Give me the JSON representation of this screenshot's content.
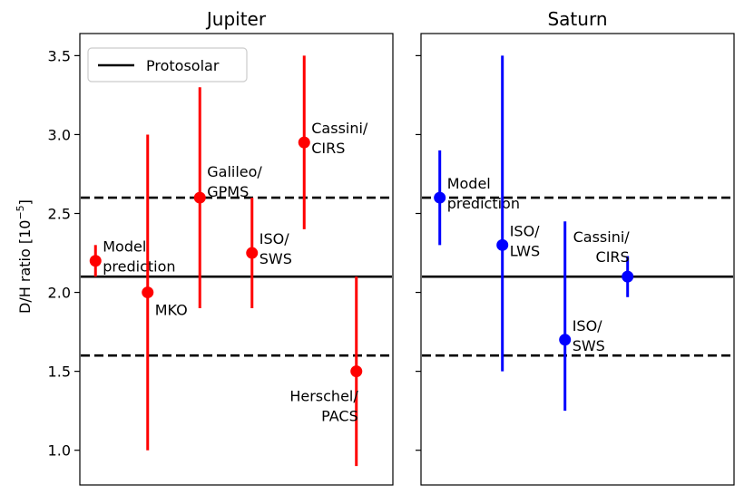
{
  "chart_data": [
    {
      "type": "scatter",
      "title": "Jupiter",
      "ylabel": "D/H ratio [10",
      "ylabel_exp": "−5",
      "ylabel_close": "]",
      "ylim": [
        0.78,
        3.64
      ],
      "xlim": [
        0,
        6
      ],
      "yticks": [
        1.0,
        1.5,
        2.0,
        2.5,
        3.0,
        3.5
      ],
      "ytick_labels": [
        "1.0",
        "1.5",
        "2.0",
        "2.5",
        "3.0",
        "3.5"
      ],
      "color": "#ff0000",
      "points": [
        {
          "x": 0.3,
          "y": 2.2,
          "low": 2.1,
          "high": 2.3,
          "label_lines": [
            "Model",
            "prediction"
          ],
          "label_pos": "right"
        },
        {
          "x": 1.3,
          "y": 2.0,
          "low": 1.0,
          "high": 3.0,
          "label_lines": [
            "MKO"
          ],
          "label_pos": "below-right"
        },
        {
          "x": 2.3,
          "y": 2.6,
          "low": 1.9,
          "high": 3.3,
          "label_lines": [
            "Galileo/",
            "GPMS"
          ],
          "label_pos": "above-right"
        },
        {
          "x": 3.3,
          "y": 2.25,
          "low": 1.9,
          "high": 2.6,
          "label_lines": [
            "ISO/",
            "SWS"
          ],
          "label_pos": "right"
        },
        {
          "x": 4.3,
          "y": 2.95,
          "low": 2.4,
          "high": 3.5,
          "label_lines": [
            "Cassini/",
            "CIRS"
          ],
          "label_pos": "right"
        },
        {
          "x": 5.3,
          "y": 1.5,
          "low": 0.9,
          "high": 2.1,
          "label_lines": [
            "Herschel/",
            "PACS"
          ],
          "label_pos": "below-left"
        }
      ],
      "protosolar": 2.1,
      "protosolar_bounds": [
        1.6,
        2.6
      ],
      "legend": {
        "entries": [
          "Protosolar"
        ],
        "placement": "top-left"
      }
    },
    {
      "type": "scatter",
      "title": "Saturn",
      "ylim": [
        0.78,
        3.64
      ],
      "xlim": [
        0,
        5
      ],
      "color": "#0000ff",
      "points": [
        {
          "x": 0.3,
          "y": 2.6,
          "low": 2.3,
          "high": 2.9,
          "label_lines": [
            "Model",
            "prediction"
          ],
          "label_pos": "right"
        },
        {
          "x": 1.3,
          "y": 2.3,
          "low": 1.5,
          "high": 3.5,
          "label_lines": [
            "ISO/",
            "LWS"
          ],
          "label_pos": "right"
        },
        {
          "x": 2.3,
          "y": 1.7,
          "low": 1.25,
          "high": 2.45,
          "label_lines": [
            "ISO/",
            "SWS"
          ],
          "label_pos": "right"
        },
        {
          "x": 3.3,
          "y": 2.1,
          "low": 1.97,
          "high": 2.23,
          "label_lines": [
            "Cassini/",
            "CIRS"
          ],
          "label_pos": "above-left"
        }
      ],
      "protosolar": 2.1,
      "protosolar_bounds": [
        1.6,
        2.6
      ]
    }
  ]
}
